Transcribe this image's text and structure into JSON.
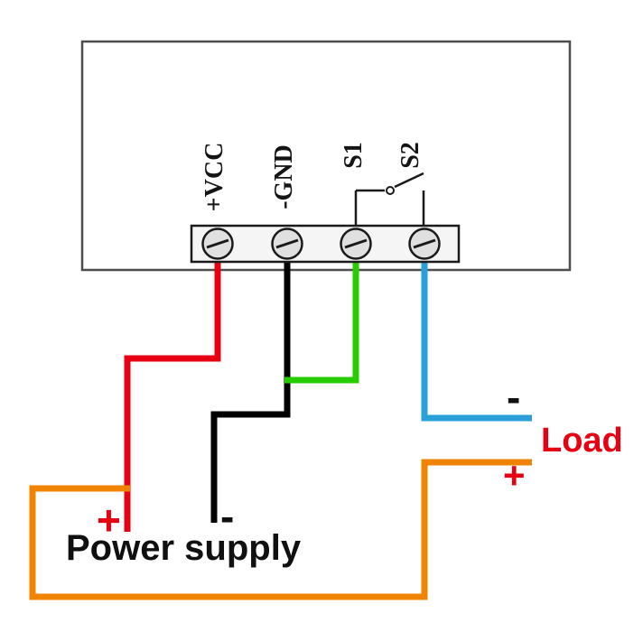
{
  "diagram": {
    "type": "wiring-diagram",
    "description": "Temperature controller module wiring: power supply to +VCC/-GND, relay contacts S1/S2 switching the load"
  },
  "colors": {
    "wire_red": "#e60012",
    "wire_black": "#000000",
    "wire_green": "#27cc00",
    "wire_blue": "#2a9fd8",
    "wire_orange": "#f08300",
    "text_red": "#e60012",
    "text_black": "#101010",
    "module_outline": "#4d4d4d",
    "terminal_outline": "#1a1a1a",
    "screw_fill": "#e0e0e0"
  },
  "terminals": {
    "t1_label": "+VCC",
    "t2_label": "-GND",
    "t3_label": "S1",
    "t4_label": "S2"
  },
  "labels": {
    "power_supply": "Power supply",
    "power_plus": "+",
    "power_minus": "-",
    "load": "Load",
    "load_minus": "-",
    "load_plus": "+"
  }
}
